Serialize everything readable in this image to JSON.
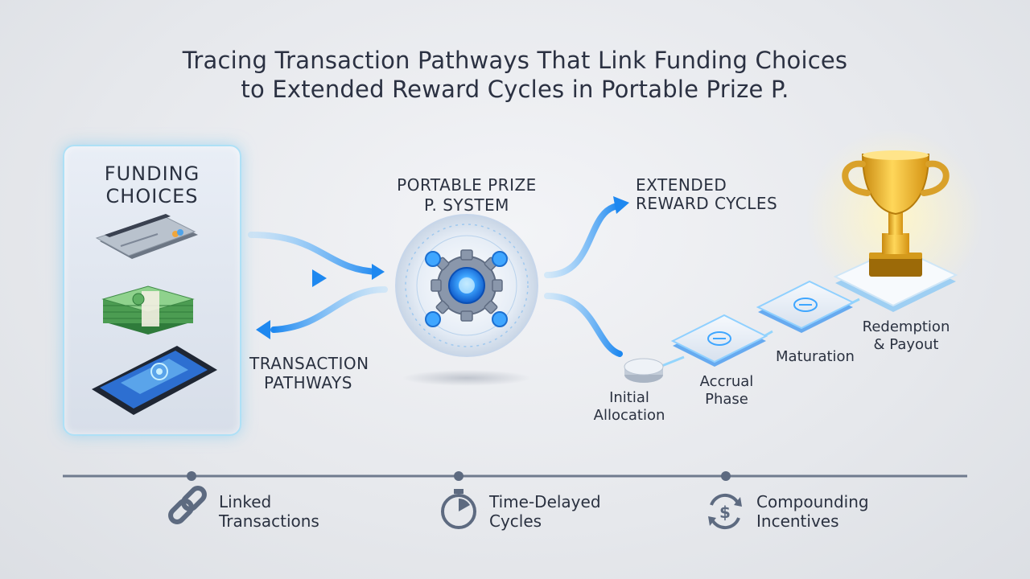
{
  "title": {
    "line1": "Tracing Transaction Pathways That Link Funding Choices",
    "line2": "to Extended Reward Cycles in Portable Prize P."
  },
  "funding": {
    "title_line1": "FUNDING",
    "title_line2": "CHOICES",
    "items": [
      "credit-card-icon",
      "cash-stack-icon",
      "tablet-payment-icon"
    ]
  },
  "pathways": {
    "line1": "TRANSACTION",
    "line2": "PATHWAYS"
  },
  "system": {
    "line1": "PORTABLE PRIZE",
    "line2": "P. SYSTEM"
  },
  "rewards": {
    "line1": "EXTENDED",
    "line2": "REWARD CYCLES"
  },
  "stages": [
    {
      "line1": "Initial",
      "line2": "Allocation"
    },
    {
      "line1": "Accrual",
      "line2": "Phase"
    },
    {
      "line1": "Maturation",
      "line2": ""
    },
    {
      "line1": "Redemption",
      "line2": "& Payout"
    }
  ],
  "features": [
    {
      "icon": "chain-link-icon",
      "line1": "Linked",
      "line2": "Transactions"
    },
    {
      "icon": "stopwatch-icon",
      "line1": "Time-Delayed",
      "line2": "Cycles"
    },
    {
      "icon": "dollar-cycle-icon",
      "line1": "Compounding",
      "line2": "Incentives"
    }
  ],
  "colors": {
    "accent": "#1e88f0",
    "glow": "#7fd0ff",
    "gold": "#f0b81e",
    "text": "#2a3140"
  }
}
